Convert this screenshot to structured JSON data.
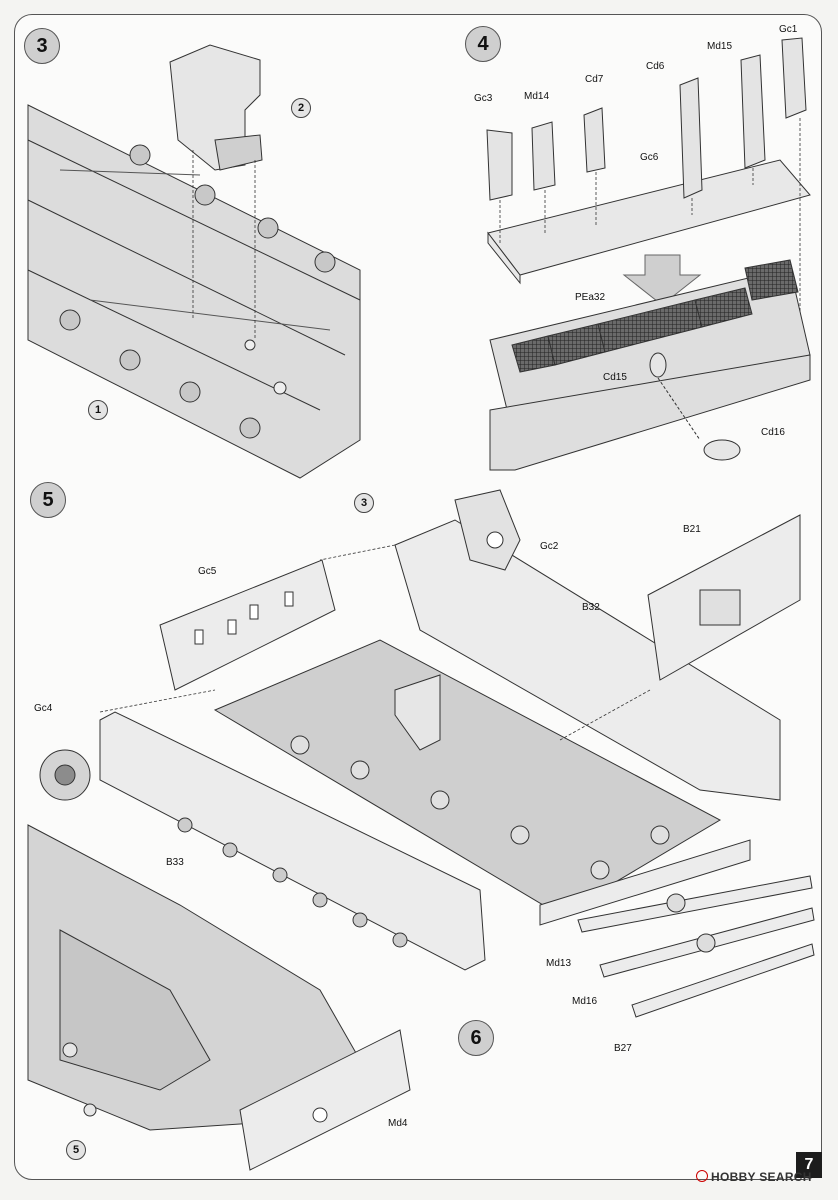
{
  "steps": {
    "s3": "3",
    "s4": "4",
    "s5": "5",
    "s6": "6"
  },
  "callouts": {
    "c1": "1",
    "c2": "2",
    "c3": "3",
    "c5": "5"
  },
  "parts": {
    "gc1": "Gc1",
    "md15": "Md15",
    "cd6": "Cd6",
    "cd7": "Cd7",
    "md14": "Md14",
    "gc3": "Gc3",
    "gc6": "Gc6",
    "pea32": "PEa32",
    "cd15": "Cd15",
    "cd16": "Cd16",
    "gc2": "Gc2",
    "b21": "B21",
    "gc5": "Gc5",
    "b32": "B32",
    "gc4": "Gc4",
    "b33": "B33",
    "md13": "Md13",
    "md16": "Md16",
    "b27": "B27",
    "md4": "Md4"
  },
  "page_number": "7",
  "watermark": "HOBBY SEARCH"
}
